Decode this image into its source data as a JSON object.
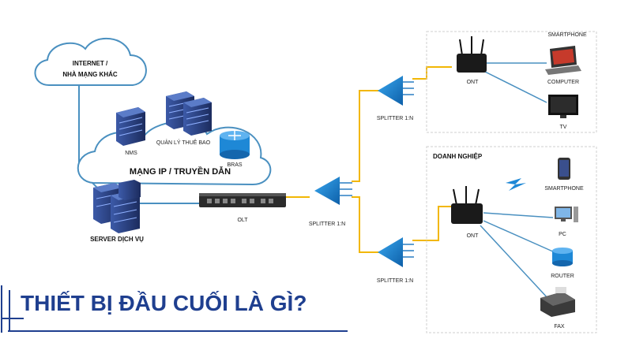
{
  "labels": {
    "internet": [
      "INTERNET /",
      "NHÀ MẠNG KHÁC"
    ],
    "nms": "NMS",
    "subscriber_mgmt": "QUẢN LÝ THUÊ BAO",
    "bras": "BRAS",
    "ip_network": "MẠNG IP / TRUYỀN DẪN",
    "server": "SERVER DỊCH VỤ",
    "olt": "OLT",
    "splitter_top": "SPLITTER 1:N",
    "splitter_mid": "SPLITTER 1:N",
    "splitter_bot": "SPLITTER 1:N",
    "ont_home": "ONT",
    "smartphone_home": "SMARTPHONE",
    "computer": "COMPUTER",
    "tv": "TV",
    "enterprise": "DOANH NGHIỆP",
    "ont_enterprise": "ONT",
    "smartphone_ent": "SMARTPHONE",
    "pc": "PC",
    "router": "ROUTER",
    "fax": "FAX"
  },
  "title": "THIẾT BỊ ĐẦU CUỐI LÀ GÌ?",
  "colors": {
    "fiber": "#f2b705",
    "link": "#4a90c0",
    "server": "#2a3f7a",
    "splitter": "#1e88d6",
    "title": "#1f3f8f"
  }
}
